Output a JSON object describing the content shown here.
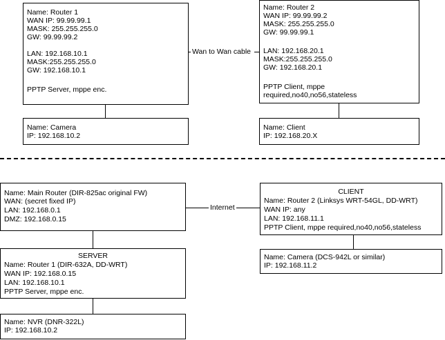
{
  "top": {
    "router1": [
      "Name: Router 1",
      "WAN IP: 99.99.99.1",
      "MASK: 255.255.255.0",
      "GW: 99.99.99.2",
      "",
      "LAN: 192.168.10.1",
      "MASK:255.255.255.0",
      "GW: 192.168.10.1",
      "",
      "PPTP Server, mppe enc."
    ],
    "router2": [
      "Name: Router 2",
      "WAN IP: 99.99.99.2",
      "MASK: 255.255.255.0",
      "GW: 99.99.99.1",
      "",
      "LAN: 192.168.20.1",
      "MASK:255.255.255.0",
      "GW: 192.168.20.1",
      "",
      "PPTP Client, mppe",
      "required,no40,no56,stateless"
    ],
    "camera": [
      "Name: Camera",
      "IP: 192.168.10.2"
    ],
    "client": [
      "Name: Client",
      "IP: 192.168.20.X"
    ],
    "wan_label": "Wan to Wan cable"
  },
  "bottom": {
    "main_router": [
      "Name: Main Router (DIR-825ac original FW)",
      "WAN: (secret  fixed IP)",
      "LAN: 192.168.0.1",
      "DMZ: 192.168.0.15"
    ],
    "server": {
      "title": "SERVER",
      "lines": [
        "Name: Router 1 (DIR-632A, DD-WRT)",
        "WAN IP: 192.168.0.15",
        "LAN: 192.168.10.1",
        "PPTP Server, mppe enc."
      ]
    },
    "nvr": [
      "Name: NVR (DNR-322L)",
      "IP: 192.168.10.2"
    ],
    "client": {
      "title": "CLIENT",
      "lines": [
        "Name: Router 2 (Linksys WRT-54GL, DD-WRT)",
        "WAN IP: any",
        "LAN: 192.168.11.1",
        "PPTP  Client, mppe required,no40,no56,stateless"
      ]
    },
    "camera": [
      "Name: Camera (DCS-942L or similar)",
      "IP: 192.168.11.2"
    ],
    "internet_label": "Internet"
  }
}
